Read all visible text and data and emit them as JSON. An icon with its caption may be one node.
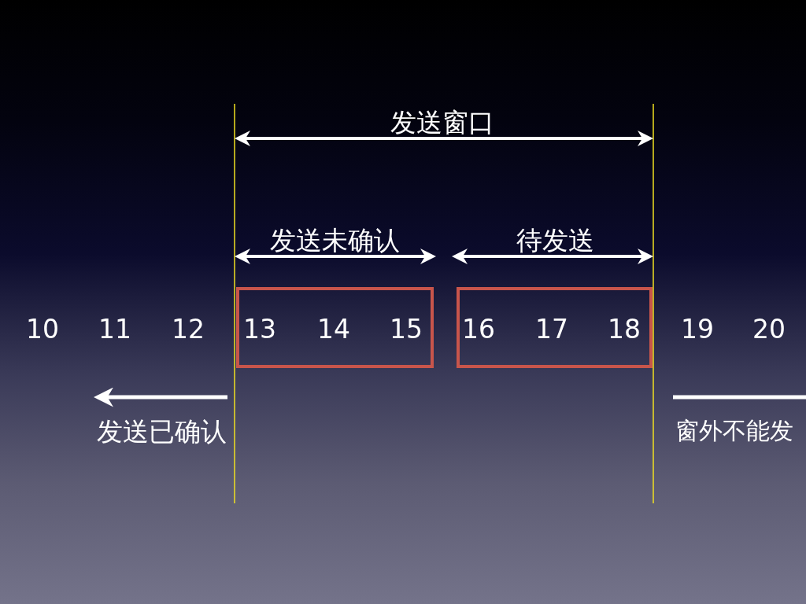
{
  "diagram": {
    "nodes": [
      {
        "text": [
          "13",
          "14",
          "15"
        ]
      },
      {
        "text": [
          "16",
          "17",
          "18"
        ]
      }
    ],
    "edges": [],
    "labels": [
      "发送窗口",
      "发送未确认",
      "待发送",
      "10",
      "11",
      "12",
      "19",
      "20",
      "发送已确认",
      "窗外不能发"
    ]
  }
}
